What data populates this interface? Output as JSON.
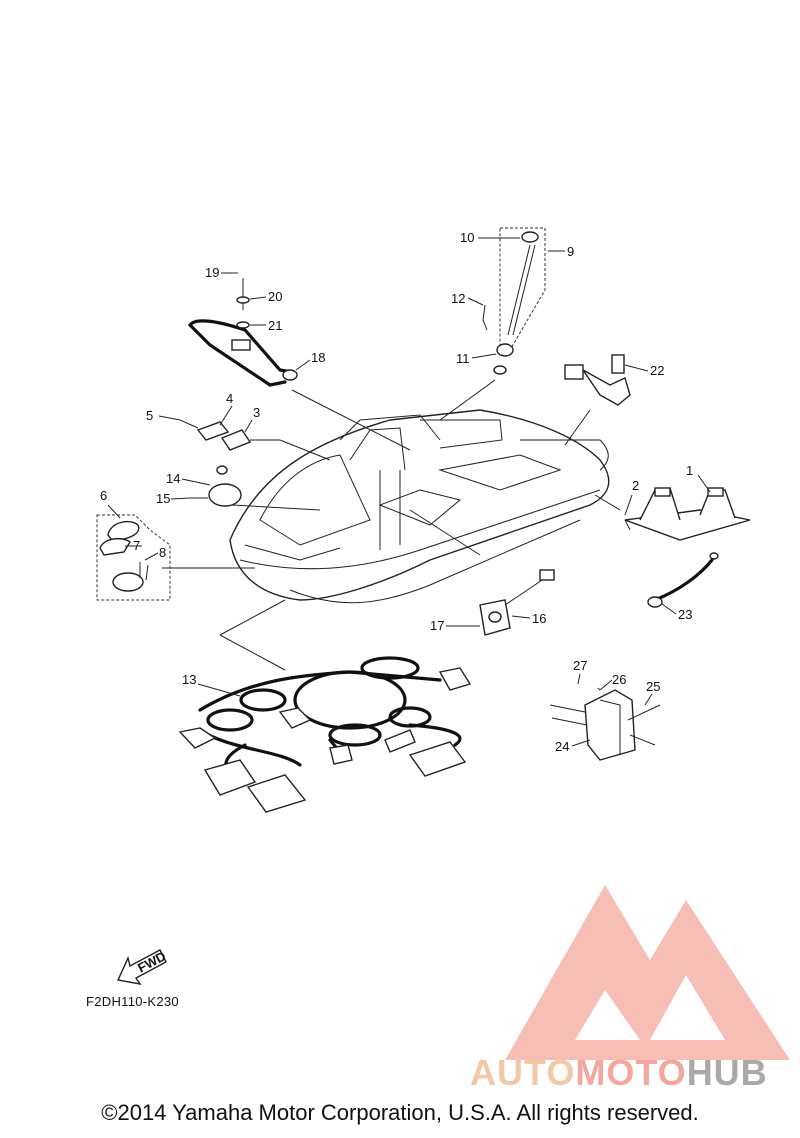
{
  "diagram": {
    "callouts": [
      "1",
      "2",
      "3",
      "4",
      "5",
      "6",
      "7",
      "8",
      "9",
      "10",
      "11",
      "12",
      "13",
      "14",
      "15",
      "16",
      "17",
      "18",
      "19",
      "20",
      "21",
      "22",
      "23",
      "24",
      "25",
      "26",
      "27"
    ],
    "fwd_label": "FWD",
    "drawing_code": "F2DH110-K230",
    "copyright": "©2014 Yamaha Motor Corporation, U.S.A. All rights reserved."
  },
  "watermark": {
    "part1": "AUTO",
    "part2": "MOTO",
    "part3": "HUB",
    "colors": {
      "light": "#f2c8a6",
      "red": "#f3a79d",
      "gray": "#a9a9a9"
    }
  }
}
